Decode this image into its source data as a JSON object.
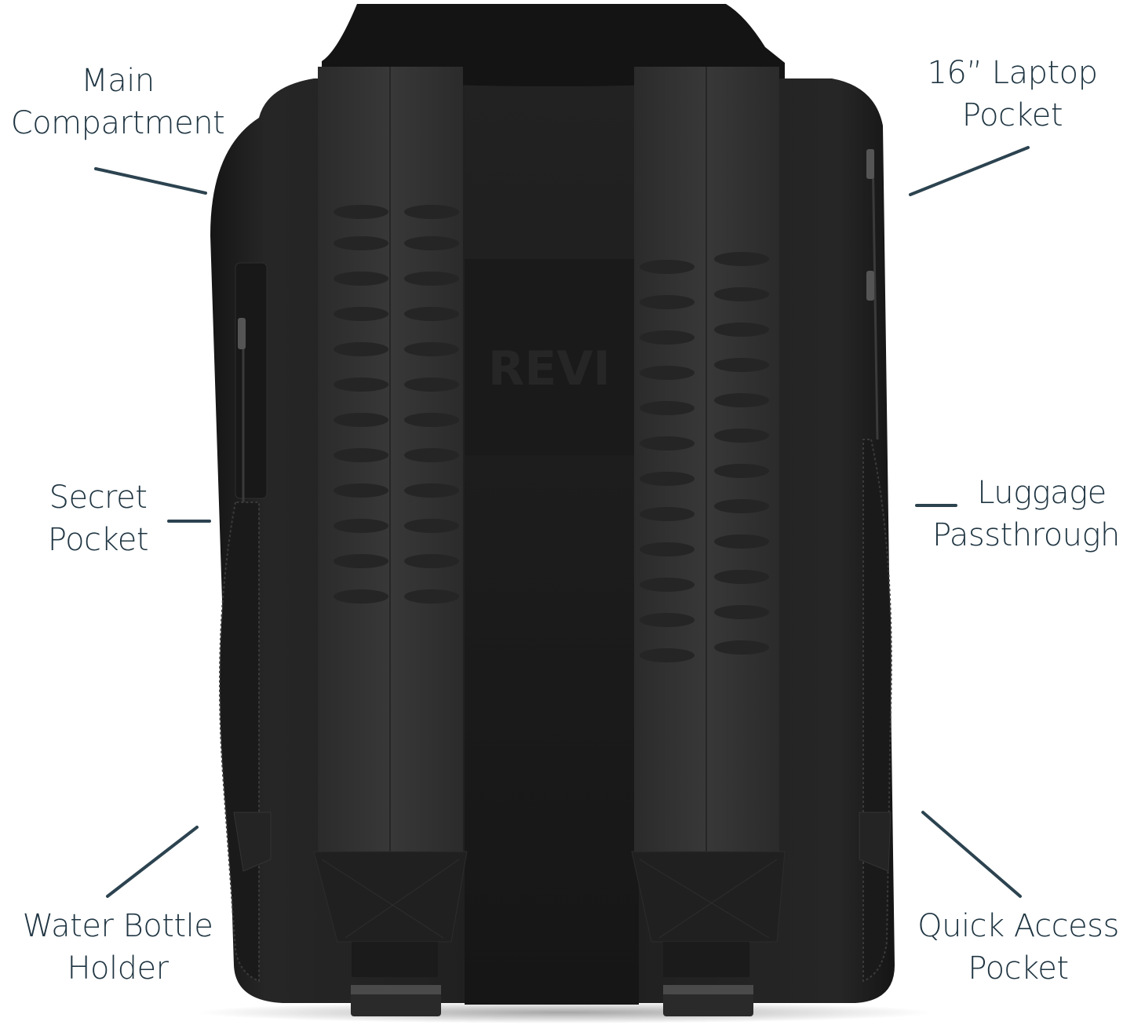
{
  "diagram": {
    "type": "annotated-product-image",
    "subject": "backpack-rear-view",
    "colors": {
      "label_text": "#1f3542",
      "leader_line": "#2c4350",
      "background": "#ffffff",
      "bag_body": "#1e1e1e",
      "strap": "#333333",
      "top_handle": "#141414"
    },
    "watermark_partial": "REVI",
    "labels": [
      {
        "id": "main-compartment",
        "lines": [
          "Main",
          "Compartment"
        ]
      },
      {
        "id": "laptop-pocket",
        "lines": [
          "16” Laptop",
          "Pocket"
        ]
      },
      {
        "id": "secret-pocket",
        "lines": [
          "Secret",
          "Pocket"
        ]
      },
      {
        "id": "luggage-passthrough",
        "lines": [
          "Luggage",
          "Passthrough"
        ]
      },
      {
        "id": "water-bottle-holder",
        "lines": [
          "Water Bottle",
          "Holder"
        ]
      },
      {
        "id": "quick-access-pocket",
        "lines": [
          "Quick Access",
          "Pocket"
        ]
      }
    ]
  }
}
